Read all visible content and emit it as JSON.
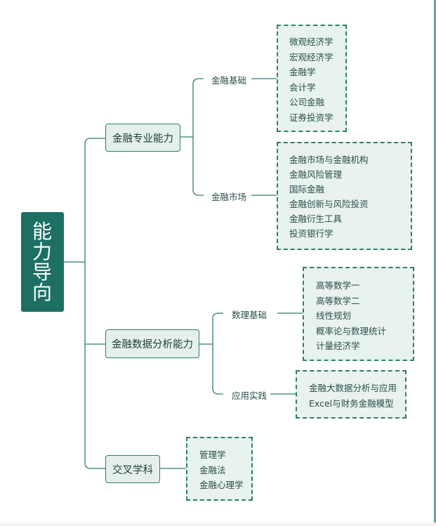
{
  "root": "能力导向",
  "branches": [
    {
      "label": "金融专业能力",
      "subs": [
        {
          "label": "金融基础",
          "items": [
            "微观经济学",
            "宏观经济学",
            "金融学",
            "会计学",
            "公司金融",
            "证券投资学"
          ]
        },
        {
          "label": "金融市场",
          "items": [
            "金融市场与金融机构",
            "金融风险管理",
            "国际金融",
            "金融创新与风险投资",
            "金融衍生工具",
            "投资银行学"
          ]
        }
      ]
    },
    {
      "label": "金融数据分析能力",
      "subs": [
        {
          "label": "数理基础",
          "items": [
            "高等数学一",
            "高等数学二",
            "线性规划",
            "概率论与数理统计",
            "计量经济学"
          ]
        },
        {
          "label": "应用实践",
          "items": [
            "金融大数据分析与应用",
            "Excel与财务金融模型"
          ]
        }
      ]
    },
    {
      "label": "交叉学科",
      "items": [
        "管理学",
        "金融法",
        "金融心理学"
      ]
    }
  ],
  "colors": {
    "root_bg": "#1d6f63",
    "line": "#2e7d72",
    "box_bg": "#e8f2ee",
    "node_bg": "#e5f0ec"
  }
}
